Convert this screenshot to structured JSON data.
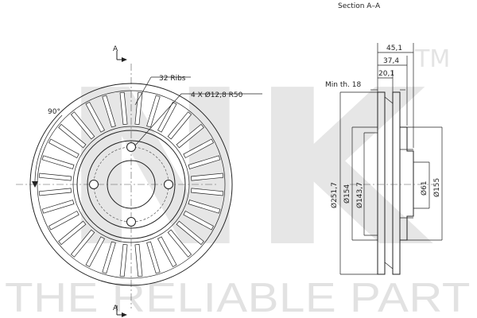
{
  "watermark": {
    "brand_letters": "NK",
    "trademark": "TM",
    "tagline": "THE RELIABLE PART"
  },
  "front_view": {
    "section_marker_top": "A",
    "section_marker_bottom": "A",
    "ribs_label": "32 Ribs",
    "ribs_count": 32,
    "holes_label": "4 X Ø12,8   R50",
    "holes_count": 4,
    "angle_label": "90°"
  },
  "section_view": {
    "title": "Section A–A",
    "dims": {
      "d451": "45,1",
      "d374": "37,4",
      "d201": "20,1",
      "min_th": "Min th. 18",
      "d2517": "Ø251,7",
      "d154": "Ø154",
      "d1437": "Ø143,7",
      "d61": "Ø61",
      "d155": "Ø155"
    }
  }
}
